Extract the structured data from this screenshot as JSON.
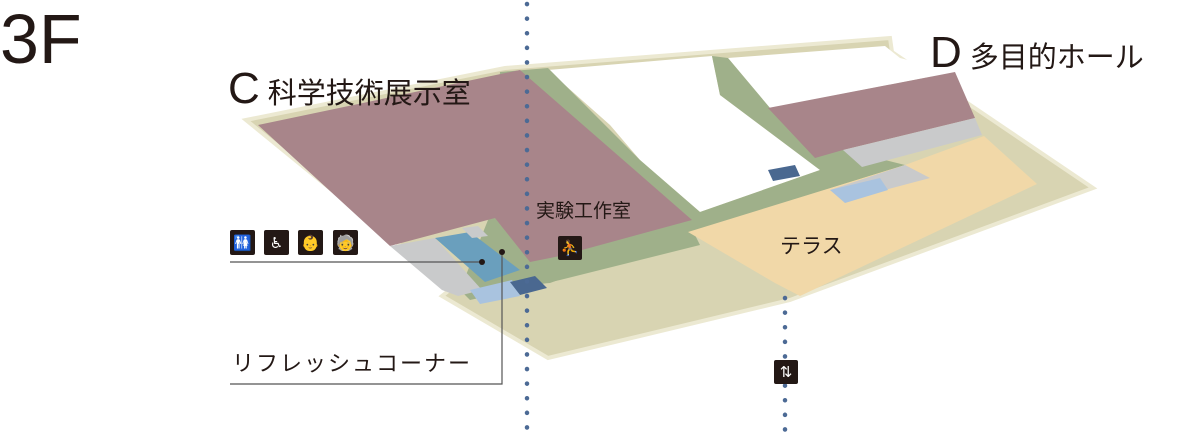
{
  "floor_label": "3F",
  "halls": {
    "c": {
      "letter": "C",
      "name": "科学技術展示室"
    },
    "d": {
      "letter": "D",
      "name": "多目的ホール"
    }
  },
  "rooms": {
    "workshop": "実験工作室",
    "terrace": "テラス",
    "refresh_corner": "リフレッシュコーナー"
  },
  "icons": [
    "restroom-icon",
    "wheelchair-icon",
    "baby-care-icon",
    "elderly-icon",
    "stairs-icon",
    "elevator-icon"
  ],
  "colors": {
    "exhibit": "#a8858a",
    "corridor": "#9fb08a",
    "terrace": "#f1d8a8",
    "floor": "#d8d4b2",
    "restroom": "#6a9fbd",
    "service": "#c9cacb",
    "elevator": "#4a6890",
    "light_blue": "#a9c3df",
    "dotted_line": "#4c6a95"
  }
}
